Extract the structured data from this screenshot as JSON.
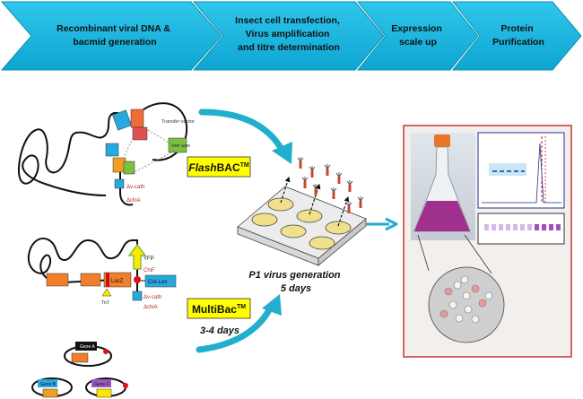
{
  "workflow": {
    "steps": [
      {
        "lines": [
          "Recombinant viral DNA &",
          "bacmid generation"
        ]
      },
      {
        "lines": [
          "Insect cell transfection,",
          "Virus amplification",
          "and titre determination"
        ]
      },
      {
        "lines": [
          "Expression",
          "scale up"
        ]
      },
      {
        "lines": [
          "Protein",
          "Purification"
        ]
      }
    ],
    "colors": {
      "arrow_fill": "#15b6e0",
      "arrow_edge": "#0d8fb3",
      "curve_arrow": "#22aecd",
      "label_box": "#ffff00",
      "panel_border": "#cc3333"
    }
  },
  "flashbac": {
    "label_italic": "Flash",
    "label_rest": "BAC",
    "label_sup": "TM",
    "plasmid_labels": [
      "Transfer vector",
      "ORF 1629",
      "Δv-cath",
      "ΔchiA"
    ]
  },
  "multibac": {
    "label": "MultiBac",
    "label_sup": "TM",
    "duration": "3-4 days",
    "genome_labels": [
      "YFP",
      "ChiF",
      "Cre-Lox",
      "Δv-cath",
      "ΔchiA",
      "LacZ",
      "Tn7"
    ],
    "donor_labels": [
      "Gene A",
      "Gene B",
      "Gene C"
    ]
  },
  "p1": {
    "line1": "P1 virus generation",
    "line2": "5 days"
  }
}
